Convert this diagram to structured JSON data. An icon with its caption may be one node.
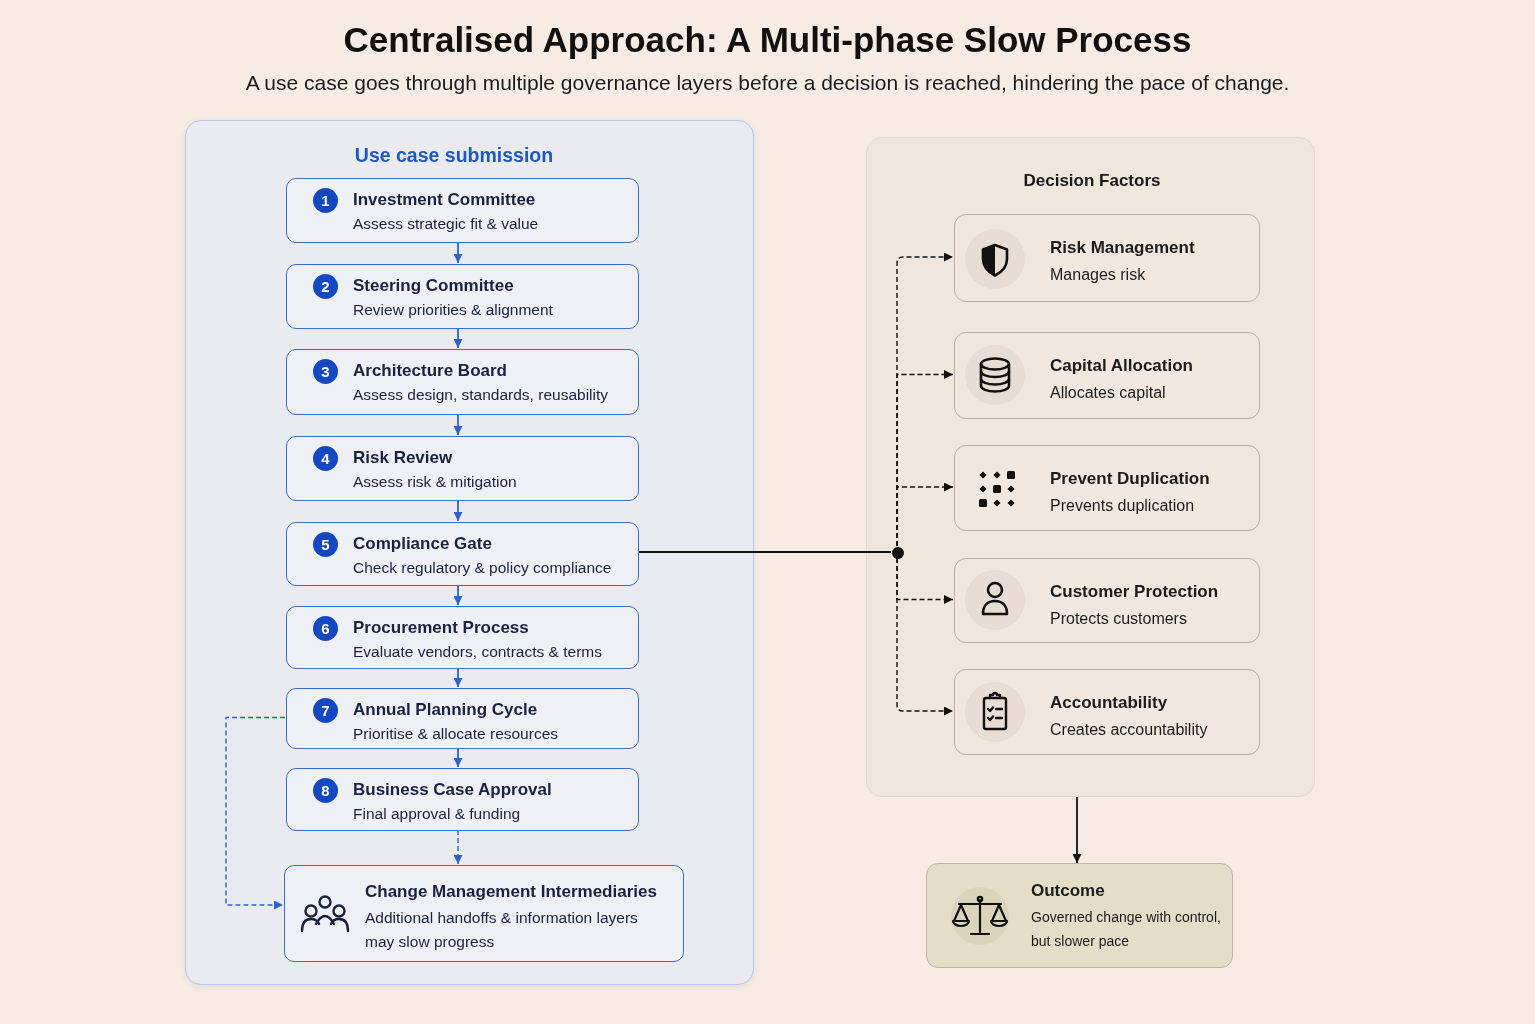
{
  "diagram": {
    "title": "Centralised Approach: A Multi-phase Slow Process",
    "caption": "A use case goes through multiple governance layers before a decision is reached, hindering the pace of change.",
    "nodes": [
      {
        "text": [
          "Use case submission"
        ]
      },
      {
        "text": [
          "1",
          "Investment Committee",
          "Assess strategic fit & value"
        ],
        "in": 0
      },
      {
        "text": [
          "2",
          "Steering Committee",
          "Review priorities & alignment"
        ],
        "in": 0
      },
      {
        "text": [
          "3",
          "Architecture Board",
          "Assess design, standards, reusability"
        ],
        "in": 0
      },
      {
        "text": [
          "4",
          "Risk Review",
          "Assess risk & mitigation"
        ],
        "in": 0
      },
      {
        "text": [
          "5",
          "Compliance Gate",
          "Check regulatory & policy compliance"
        ],
        "in": 0
      },
      {
        "text": [
          "6",
          "Procurement Process",
          "Evaluate vendors, contracts & terms"
        ],
        "in": 0
      },
      {
        "text": [
          "7",
          "Annual Planning Cycle",
          "Prioritise & allocate resources"
        ],
        "in": 0
      },
      {
        "text": [
          "8",
          "Business Case Approval",
          "Final approval & funding"
        ],
        "in": 0
      },
      {
        "text": [
          "Change Management Intermediaries",
          "Additional handoffs & information layers may slow progress"
        ],
        "in": 0
      },
      {
        "text": [
          "Decision Factors"
        ]
      },
      {
        "text": [
          "Risk Management",
          "Manages risk"
        ],
        "in": 10
      },
      {
        "text": [
          "Capital Allocation",
          "Allocates capital"
        ],
        "in": 10
      },
      {
        "text": [
          "Prevent Duplication",
          "Prevents duplication"
        ],
        "in": 10
      },
      {
        "text": [
          "Customer Protection",
          "Protects customers"
        ],
        "in": 10
      },
      {
        "text": [
          "Accountability",
          "Creates accountability"
        ],
        "in": 10
      },
      {
        "text": [],
        "shape": "circle",
        "in": 10
      },
      {
        "text": [
          "Outcome",
          "Governed change with control, but slower pace"
        ]
      }
    ],
    "edges": [
      {
        "from": 1,
        "to": 2,
        "arrow": "to"
      },
      {
        "from": 2,
        "to": 3,
        "arrow": "to"
      },
      {
        "from": 3,
        "to": 4,
        "arrow": "to"
      },
      {
        "from": 4,
        "to": 5,
        "arrow": "to"
      },
      {
        "from": 5,
        "to": 6,
        "arrow": "to"
      },
      {
        "from": 6,
        "to": 7,
        "arrow": "to"
      },
      {
        "from": 7,
        "to": 8,
        "arrow": "to"
      },
      {
        "from": 8,
        "to": 9,
        "arrow": "to",
        "style": "dashed"
      },
      {
        "from": 7,
        "to": 9,
        "arrow": "to",
        "style": "dashed"
      },
      {
        "from": 5,
        "to": 16,
        "arrow": "none",
        "color": "#111111"
      },
      {
        "from": 16,
        "to": 11,
        "arrow": "to",
        "style": "dashed",
        "color": "#111111"
      },
      {
        "from": 16,
        "to": 12,
        "arrow": "to",
        "style": "dashed",
        "color": "#111111"
      },
      {
        "from": 16,
        "to": 13,
        "arrow": "to",
        "style": "dashed",
        "color": "#111111"
      },
      {
        "from": 16,
        "to": 14,
        "arrow": "to",
        "style": "dashed",
        "color": "#111111"
      },
      {
        "from": 16,
        "to": 15,
        "arrow": "to",
        "style": "dashed",
        "color": "#111111"
      },
      {
        "from": 10,
        "to": 17,
        "arrow": "to",
        "color": "#111111"
      }
    ]
  }
}
